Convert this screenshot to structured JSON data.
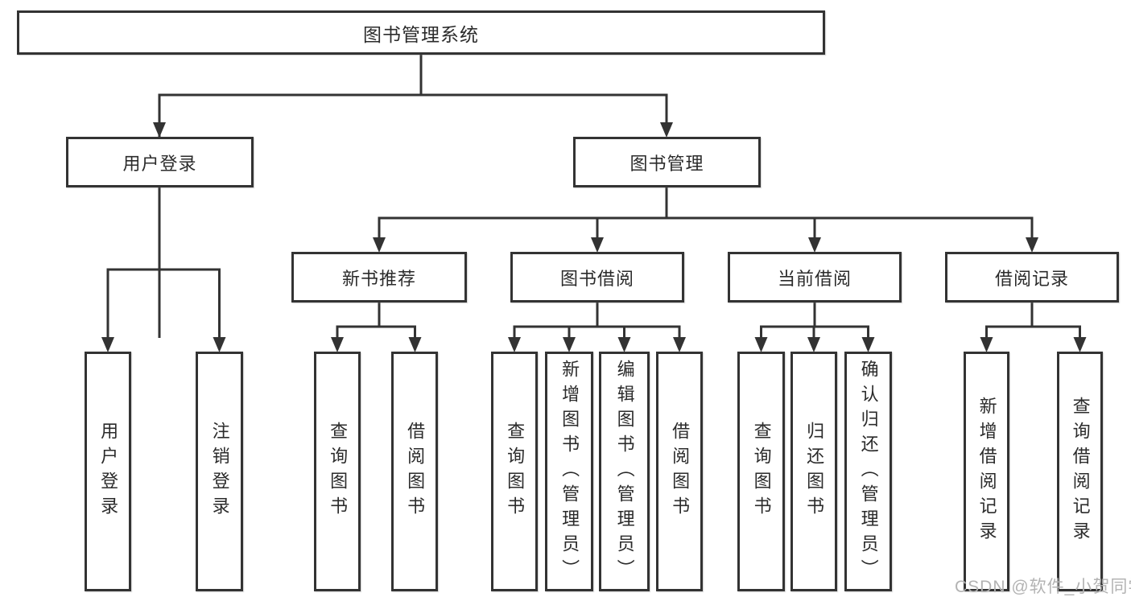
{
  "tree": {
    "label": "图书管理系统",
    "children": [
      {
        "label": "用户登录",
        "children": [
          {
            "label": "用户登录"
          },
          {
            "label": "注销登录"
          }
        ]
      },
      {
        "label": "图书管理",
        "children": [
          {
            "label": "新书推荐",
            "children": [
              {
                "label": "查询图书"
              },
              {
                "label": "借阅图书"
              }
            ]
          },
          {
            "label": "图书借阅",
            "children": [
              {
                "label": "查询图书"
              },
              {
                "label": "新增图书（管理员）"
              },
              {
                "label": "编辑图书（管理员）"
              },
              {
                "label": "借阅图书"
              }
            ]
          },
          {
            "label": "当前借阅",
            "children": [
              {
                "label": "查询图书"
              },
              {
                "label": "归还图书"
              },
              {
                "label": "确认归还（管理员）"
              }
            ]
          },
          {
            "label": "借阅记录",
            "children": [
              {
                "label": "新增借阅记录"
              },
              {
                "label": "查询借阅记录"
              }
            ]
          }
        ]
      }
    ]
  },
  "watermark": "CSDN @软件_小贺同学",
  "colors": {
    "line": "#333333",
    "text": "#2b2b2b",
    "watermark": "#b3b3b3"
  }
}
